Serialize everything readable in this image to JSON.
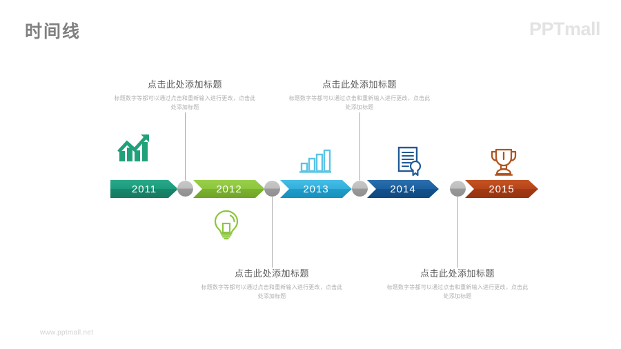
{
  "header": {
    "title": "时间线",
    "logo": "PPTmall"
  },
  "footer": {
    "url": "www.pptmall.net"
  },
  "timeline": {
    "milestones": [
      {
        "year": "2011",
        "color": "#1f9e7f",
        "icon": "growth-bar-chart-icon",
        "icon_color": "#21a179",
        "position": "above"
      },
      {
        "year": "2012",
        "color": "#8cc63e",
        "icon": "light-bulb-icon",
        "icon_color": "#8cc63e",
        "position": "below"
      },
      {
        "year": "2013",
        "color": "#35b0dd",
        "icon": "bar-chart-icon",
        "icon_color": "#5bc4e4",
        "position": "above"
      },
      {
        "year": "2014",
        "color": "#1b5e9e",
        "icon": "certificate-icon",
        "icon_color": "#1f5b96",
        "position": "below"
      },
      {
        "year": "2015",
        "color": "#b8431a",
        "icon": "trophy-icon",
        "icon_color": "#b0541f",
        "position": "above"
      }
    ],
    "callouts": [
      {
        "title": "点击此处添加标题",
        "body": "标题数字等都可以通过点击和重新输入进行更改，点击此处添加标题"
      },
      {
        "title": "点击此处添加标题",
        "body": "标题数字等都可以通过点击和重新输入进行更改，点击此处添加标题"
      },
      {
        "title": "点击此处添加标题",
        "body": "标题数字等都可以通过点击和重新输入进行更改，点击此处添加标题"
      },
      {
        "title": "点击此处添加标题",
        "body": "标题数字等都可以通过点击和重新输入进行更改，点击此处添加标题"
      }
    ]
  }
}
